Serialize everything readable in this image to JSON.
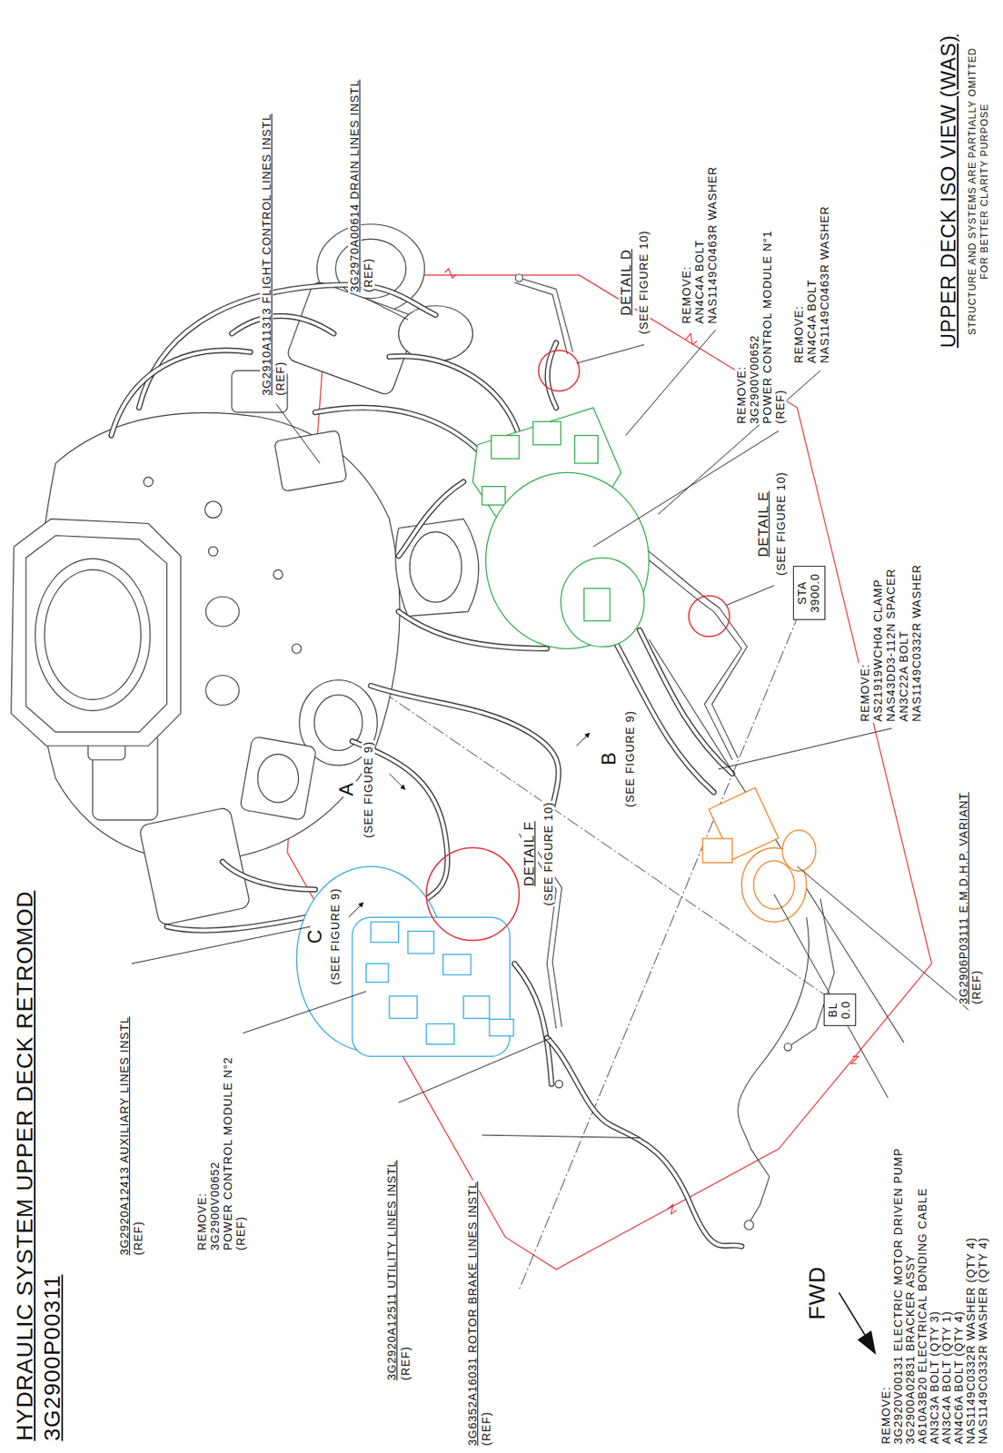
{
  "diagram": {
    "title": "HYDRAULIC SYSTEM UPPER DECK RETROMOD 3G2900P00311",
    "nodes": [
      {
        "text": [
          "STA",
          "3900.0"
        ]
      },
      {
        "text": [
          "BL",
          "0.0"
        ]
      }
    ],
    "labels": [
      "UPPER DECK ISO VIEW (WAS)",
      "STRUCTURE AND SYSTEMS ARE PARTIALLY OMITTED",
      "FOR BETTER CLARITY PURPOSE",
      "3G2910A11313 FLIGHT CONTROL LINES INSTL",
      "(REF)",
      "3G2970A00614 DRAIN LINES INSTL",
      "(REF)",
      "DETAIL D",
      "(SEE FIGURE 10)",
      "REMOVE:",
      "AN4C4A BOLT",
      "NAS1149C0463R WASHER",
      "REMOVE:",
      "3G2900V00652",
      "POWER CONTROL MODULE N°1",
      "(REF)",
      "REMOVE:",
      "AN4C4A BOLT",
      "NAS1149C0463R WASHER",
      "DETAIL E",
      "(SEE FIGURE 10)",
      "REMOVE:",
      "AS21919WCH04 CLAMP",
      "NAS43DD3-112N SPACER",
      "AN3C22A BOLT",
      "NAS1149C0332R WASHER",
      "3G2906P03111 E.M.D.H.P. VARIANT",
      "(REF)",
      "A",
      "(SEE FIGURE 9)",
      "B",
      "(SEE FIGURE 9)",
      "DETAIL F",
      "(SEE FIGURE 10)",
      "3G2920A12413 AUXILIARY LINES INSTL",
      "(REF)",
      "REMOVE:",
      "3G2900V00652",
      "POWER CONTROL MODULE N°2",
      "(REF)",
      "C",
      "(SEE FIGURE 9)",
      "3G2920A12511 UTILITY LINES INSTL",
      "(REF)",
      "3G6352A16031 ROTOR BRAKE LINES INSTL",
      "(REF)",
      "FWD",
      "REMOVE:",
      "3G2920V00131 ELECTRIC MOTOR DRIVEN PUMP",
      "3G2900A02831 BRACKER ASSY",
      "A610A3B20 ELECTRICAL BONDING CABLE",
      "AN3C3A BOLT (QTY 3)",
      "AN3C4A BOLT (QTY 1)",
      "AN4C6A BOLT (QTY 4)",
      "NAS1149C0332R WASHER (QTY 4)",
      "NAS1149C0332R WASHER (QTY 4)"
    ]
  }
}
